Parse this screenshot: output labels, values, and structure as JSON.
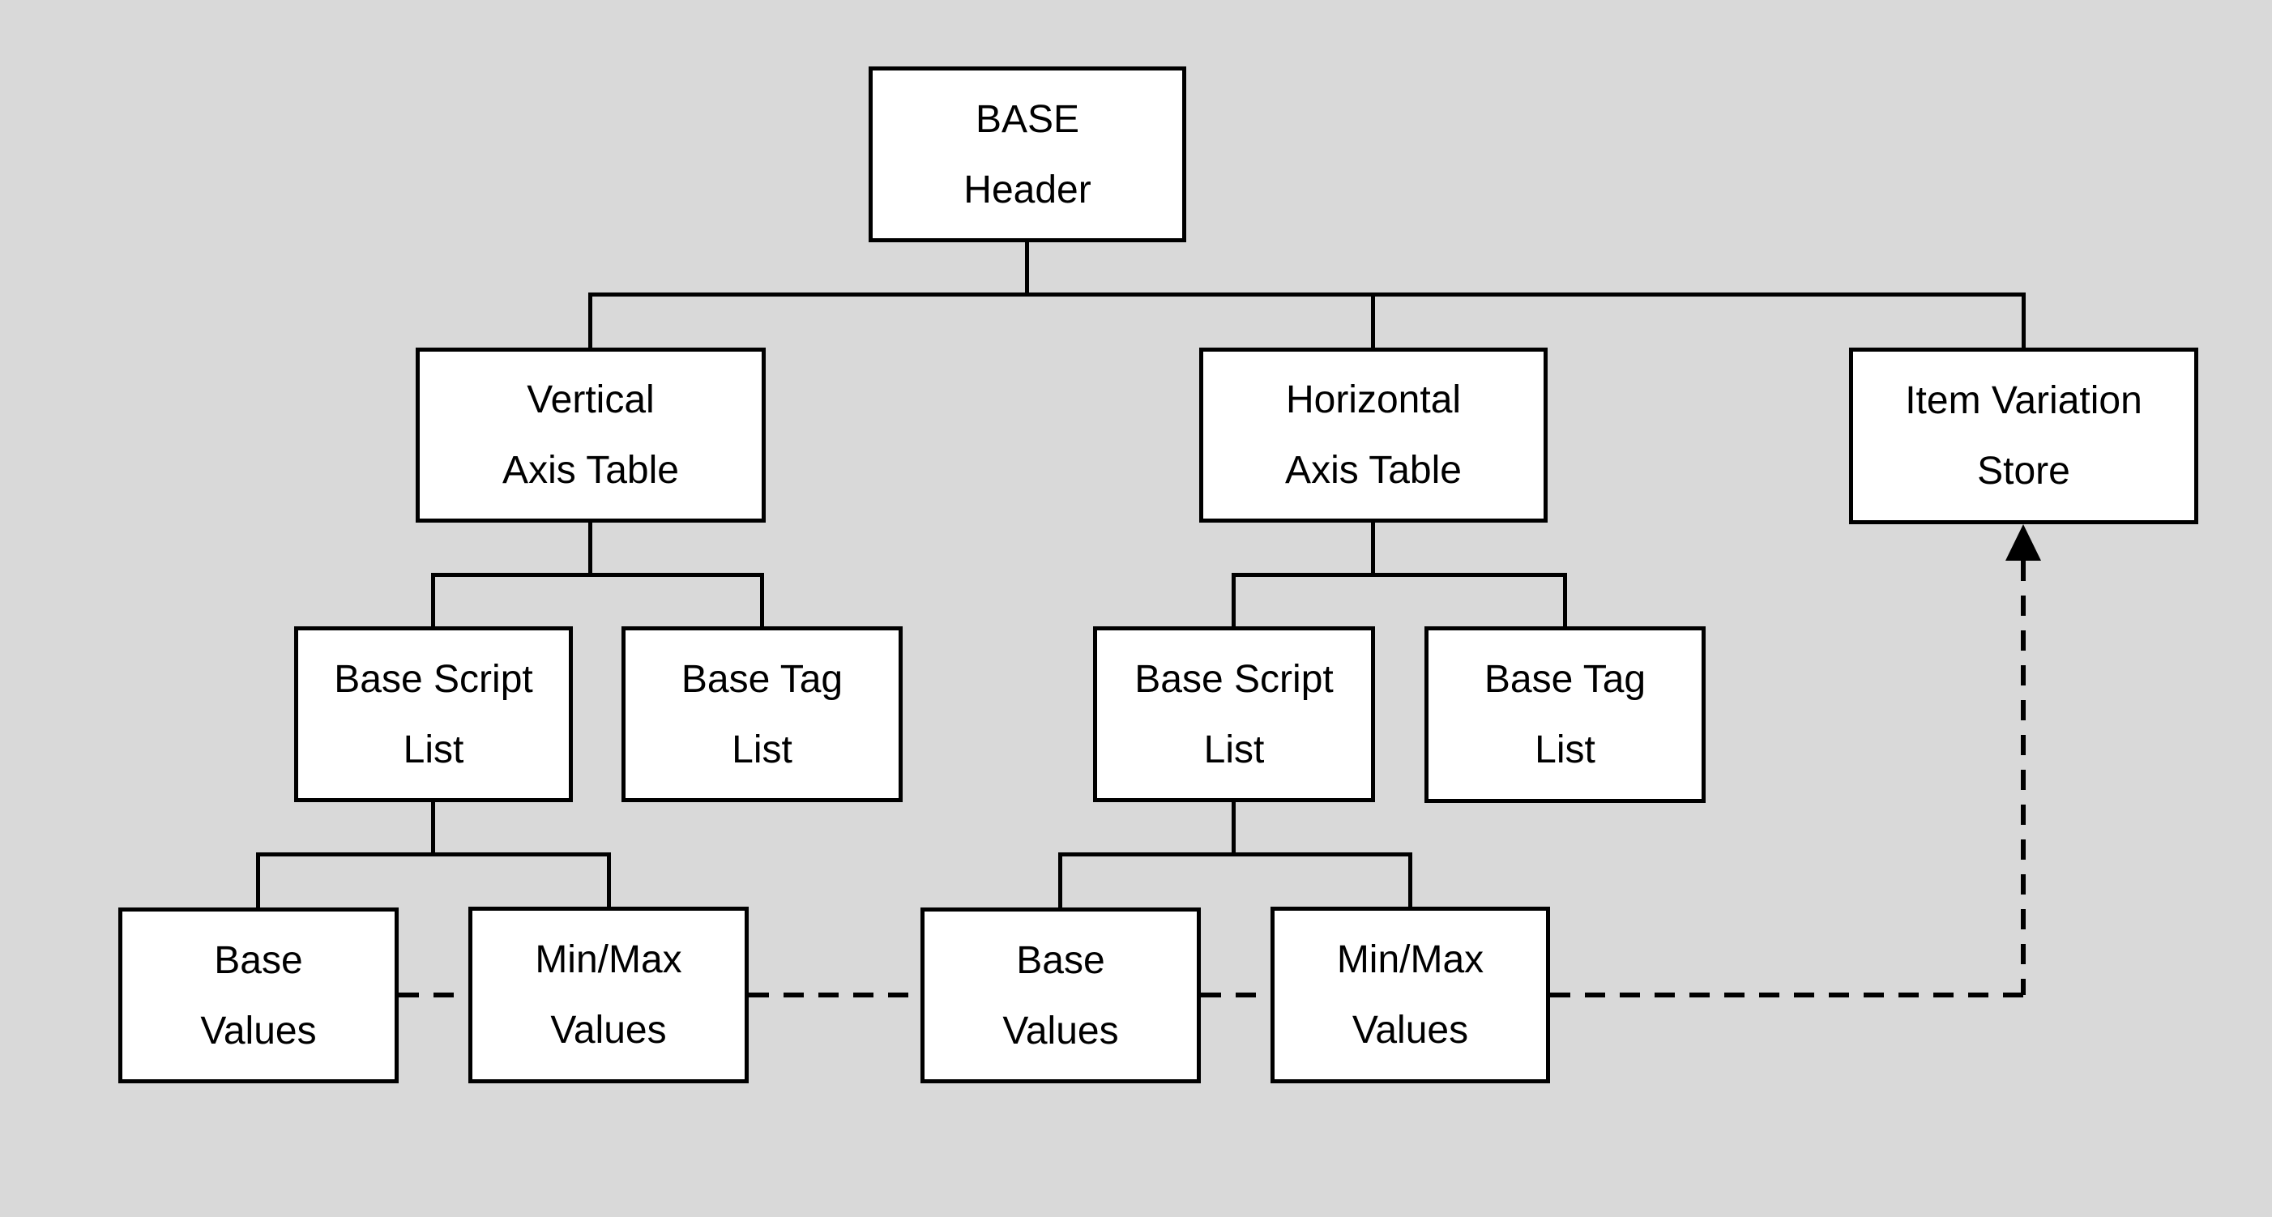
{
  "diagram": {
    "colors": {
      "background": "#d9d9d9",
      "node_fill": "#ffffff",
      "node_border": "#000000",
      "line": "#000000"
    },
    "nodes": {
      "base_header": {
        "label": "BASE\nHeader"
      },
      "vertical_axis_table": {
        "label": "Vertical\nAxis Table"
      },
      "horizontal_axis_table": {
        "label": "Horizontal\nAxis Table"
      },
      "item_variation_store": {
        "label": "Item Variation\nStore"
      },
      "base_script_list_vertical": {
        "label": "Base Script\nList"
      },
      "base_tag_list_vertical": {
        "label": "Base Tag\nList"
      },
      "base_script_list_horizontal": {
        "label": "Base Script\nList"
      },
      "base_tag_list_horizontal": {
        "label": "Base Tag\nList"
      },
      "base_values_vertical": {
        "label": "Base\nValues"
      },
      "minmax_values_vertical": {
        "label": "Min/Max\nValues"
      },
      "base_values_horizontal": {
        "label": "Base\nValues"
      },
      "minmax_values_horizontal": {
        "label": "Min/Max\nValues"
      }
    },
    "edges": [
      {
        "from": "base_header",
        "to": "vertical_axis_table",
        "style": "solid"
      },
      {
        "from": "base_header",
        "to": "horizontal_axis_table",
        "style": "solid"
      },
      {
        "from": "base_header",
        "to": "item_variation_store",
        "style": "solid"
      },
      {
        "from": "vertical_axis_table",
        "to": "base_script_list_vertical",
        "style": "solid"
      },
      {
        "from": "vertical_axis_table",
        "to": "base_tag_list_vertical",
        "style": "solid"
      },
      {
        "from": "base_script_list_vertical",
        "to": "base_values_vertical",
        "style": "solid"
      },
      {
        "from": "base_script_list_vertical",
        "to": "minmax_values_vertical",
        "style": "solid"
      },
      {
        "from": "horizontal_axis_table",
        "to": "base_script_list_horizontal",
        "style": "solid"
      },
      {
        "from": "horizontal_axis_table",
        "to": "base_tag_list_horizontal",
        "style": "solid"
      },
      {
        "from": "base_script_list_horizontal",
        "to": "base_values_horizontal",
        "style": "solid"
      },
      {
        "from": "base_script_list_horizontal",
        "to": "minmax_values_horizontal",
        "style": "solid"
      },
      {
        "from": "base_values_vertical",
        "to": "minmax_values_vertical",
        "style": "dashed"
      },
      {
        "from": "minmax_values_vertical",
        "to": "base_values_horizontal",
        "style": "dashed"
      },
      {
        "from": "base_values_horizontal",
        "to": "minmax_values_horizontal",
        "style": "dashed"
      },
      {
        "from": "minmax_values_horizontal",
        "to": "item_variation_store",
        "style": "dashed-arrow"
      }
    ]
  }
}
